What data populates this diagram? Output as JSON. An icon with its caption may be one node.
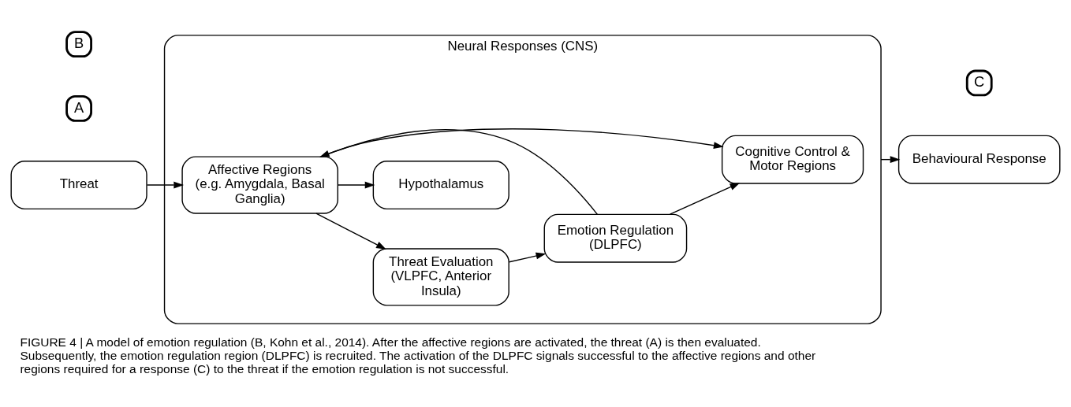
{
  "diagram": {
    "caption": "FIGURE 4 | A model of emotion regulation (B, Kohn et al., 2014). After the affective regions are activated, the threat (A) is then evaluated. Subsequently, the emotion regulation region (DLPFC) is recruited. The activation of the DLPFC signals successful to the affective regions and other regions required for a response (C) to the threat if the emotion regulation is not successful.",
    "nodes": [
      {
        "text": [
          "Threat"
        ]
      },
      {
        "text": [
          "A"
        ]
      },
      {
        "text": [
          "Neural Responses (CNS)"
        ]
      },
      {
        "text": [
          "B"
        ]
      },
      {
        "text": [
          "Affective Regions (e.g. Amygdala, Basal Ganglia)"
        ],
        "in": 2
      },
      {
        "text": [
          "Threat Evaluation (VLPFC, Anterior Insula)"
        ],
        "in": 2
      },
      {
        "text": [
          "Emotion Regulation (DLPFC)"
        ],
        "in": 2
      },
      {
        "text": [
          "Hypothalamus"
        ],
        "in": 2
      },
      {
        "text": [
          "Cognitive Control & Motor Regions"
        ],
        "in": 2
      },
      {
        "text": [
          "Behavioural Response"
        ]
      },
      {
        "text": [
          "C"
        ]
      }
    ],
    "edges": [
      {
        "from": 0,
        "to": 4,
        "arrow": "to"
      },
      {
        "from": 4,
        "to": 5,
        "arrow": "to"
      },
      {
        "from": 5,
        "to": 6,
        "arrow": "to"
      },
      {
        "from": 6,
        "to": 4,
        "arrow": "to"
      },
      {
        "from": 4,
        "to": 7,
        "arrow": "to"
      },
      {
        "from": 4,
        "to": 8,
        "arrow": "to"
      },
      {
        "from": 6,
        "to": 8,
        "arrow": "to"
      },
      {
        "from": 2,
        "to": 9,
        "arrow": "to"
      }
    ]
  }
}
